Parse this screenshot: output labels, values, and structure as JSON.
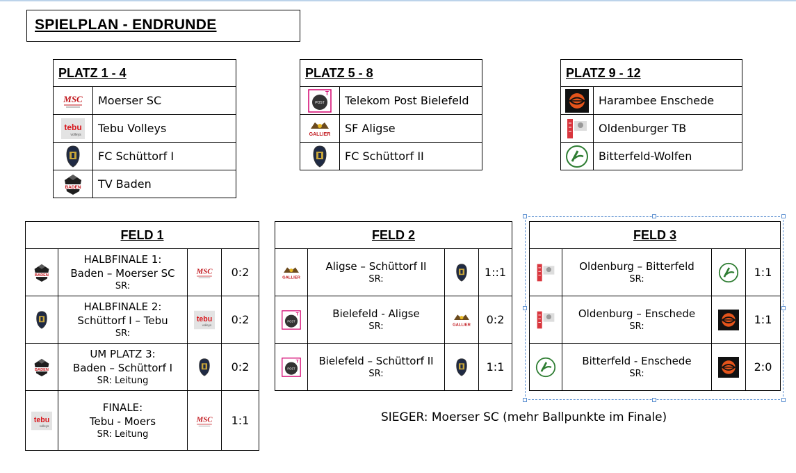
{
  "title": "SPIELPLAN - ENDRUNDE",
  "groups": [
    {
      "header": "PLATZ 1 - 4",
      "teams": [
        {
          "icon": "msc-logo-icon",
          "name": "Moerser SC"
        },
        {
          "icon": "tebu-logo-icon",
          "name": "Tebu Volleys"
        },
        {
          "icon": "fc-schuettorf-logo-icon",
          "name": "FC Schüttorf I"
        },
        {
          "icon": "tv-baden-logo-icon",
          "name": "TV Baden"
        }
      ]
    },
    {
      "header": "PLATZ 5 - 8",
      "teams": [
        {
          "icon": "telekom-post-logo-icon",
          "name": "Telekom Post Bielefeld"
        },
        {
          "icon": "sf-aligse-logo-icon",
          "name": "SF Aligse"
        },
        {
          "icon": "fc-schuettorf-logo-icon",
          "name": "FC Schüttorf II"
        }
      ]
    },
    {
      "header": "PLATZ 9 - 12",
      "teams": [
        {
          "icon": "harambee-logo-icon",
          "name": "Harambee Enschede"
        },
        {
          "icon": "oldenburger-tb-logo-icon",
          "name": "Oldenburger TB"
        },
        {
          "icon": "bitterfeld-logo-icon",
          "name": "Bitterfeld-Wolfen"
        }
      ]
    }
  ],
  "fields": [
    {
      "header": "FELD 1",
      "matches": [
        {
          "label": "HALBFINALE 1:",
          "teams": "Baden – Moerser SC",
          "ref": "SR:",
          "score": "0:2"
        },
        {
          "label": "HALBFINALE 2:",
          "teams": "Schüttorf I – Tebu",
          "ref": "SR:",
          "score": "0:2"
        },
        {
          "label": "UM PLATZ 3:",
          "teams": "Baden – Schüttorf I",
          "ref": "SR: Leitung",
          "score": "0:2"
        },
        {
          "label": "FINALE:",
          "teams": "Tebu - Moers",
          "ref": "SR: Leitung",
          "score": "1:1"
        }
      ]
    },
    {
      "header": "FELD 2",
      "matches": [
        {
          "teams": "Aligse – Schüttorf II",
          "ref": "SR:",
          "score": "1::1"
        },
        {
          "teams": "Bielefeld - Aligse",
          "ref": "SR:",
          "score": "0:2"
        },
        {
          "teams": "Bielefeld – Schüttorf II",
          "ref": "SR:",
          "score": "1:1"
        }
      ]
    },
    {
      "header": "FELD 3",
      "matches": [
        {
          "teams": "Oldenburg – Bitterfeld",
          "ref": "SR:",
          "score": "1:1"
        },
        {
          "teams": "Oldenburg – Enschede",
          "ref": "SR:",
          "score": "1:1"
        },
        {
          "teams": "Bitterfeld - Enschede",
          "ref": "SR:",
          "score": "2:0"
        }
      ]
    }
  ],
  "winner": "SIEGER: Moerser SC (mehr Ballpunkte im Finale)"
}
